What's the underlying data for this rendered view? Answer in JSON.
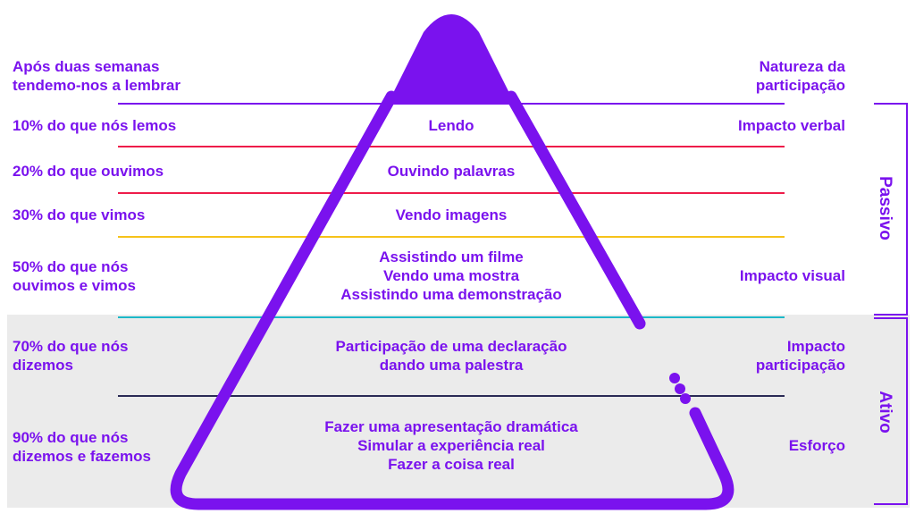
{
  "header": {
    "left": [
      "Após duas semanas",
      "tendemo-nos a lembrar"
    ],
    "right": [
      "Natureza da",
      "participação"
    ]
  },
  "rows": [
    {
      "left": [
        "10% do que nós lemos"
      ],
      "center": [
        "Lendo"
      ],
      "right": [
        "Impacto verbal"
      ]
    },
    {
      "left": [
        "20% do que ouvimos"
      ],
      "center": [
        "Ouvindo palavras"
      ],
      "right": []
    },
    {
      "left": [
        "30% do que vimos"
      ],
      "center": [
        "Vendo imagens"
      ],
      "right": []
    },
    {
      "left": [
        "50% do que nós",
        "ouvimos e vimos"
      ],
      "center": [
        "Assistindo um filme",
        "Vendo uma mostra",
        "Assistindo uma demonstração"
      ],
      "right": [
        "Impacto visual"
      ]
    },
    {
      "left": [
        "70% do que nós",
        "dizemos"
      ],
      "center": [
        "Participação de uma declaração",
        "dando uma palestra"
      ],
      "right": [
        "Impacto",
        "participação"
      ]
    },
    {
      "left": [
        "90% do que nós",
        "dizemos e fazemos"
      ],
      "center": [
        "Fazer uma apresentação dramática",
        "Simular a experiência real",
        "Fazer a coisa real"
      ],
      "right": [
        "Esforço"
      ]
    }
  ],
  "groups": {
    "passive": "Passivo",
    "active": "Ativo"
  },
  "colors": {
    "text": "#7a12ee",
    "pyramid": "#7a12ee",
    "line_header": "#7a12ee",
    "line_red": "#ee1c4a",
    "line_yellow": "#f6c21a",
    "line_teal": "#1cb8c8",
    "line_dark": "#2a2a55",
    "active_band": "#ebebeb"
  }
}
